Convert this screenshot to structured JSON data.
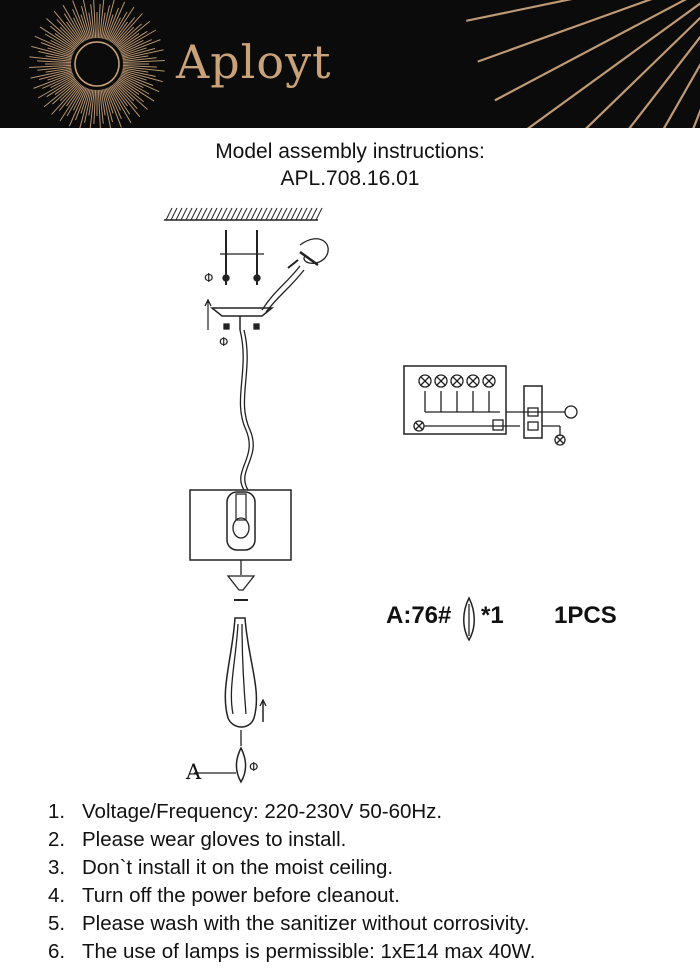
{
  "header": {
    "brand": "Aployt",
    "colors": {
      "background": "#0b0b0b",
      "accent": "#c9a27a"
    }
  },
  "title": {
    "line1": "Model assembly instructions:",
    "line2": "APL.708.16.01"
  },
  "diagram": {
    "callout_label": "A",
    "part": {
      "code": "A:76#",
      "multiplier": "*1",
      "quantity": "1PCS"
    }
  },
  "instructions": [
    {
      "num": "1.",
      "text": "Voltage/Frequency: 220-230V 50-60Hz."
    },
    {
      "num": "2.",
      "text": "Please wear gloves to install."
    },
    {
      "num": "3.",
      "text": "Don`t install it on the moist ceiling."
    },
    {
      "num": "4.",
      "text": "Turn off the power before cleanout."
    },
    {
      "num": "5.",
      "text": "Please wash with the sanitizer without corrosivity."
    },
    {
      "num": "6.",
      "text": "The use of lamps is permissible: 1xE14 max 40W."
    }
  ]
}
